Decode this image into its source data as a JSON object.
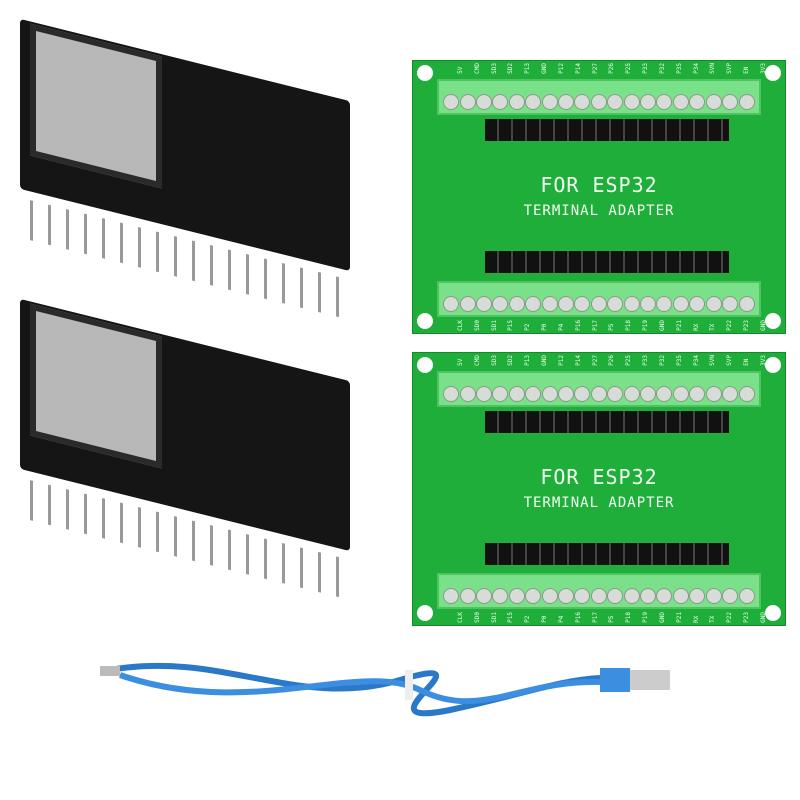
{
  "adapter": {
    "title": "FOR ESP32",
    "subtitle": "TERMINAL ADAPTER",
    "top_pins": [
      "5V",
      "CMD",
      "SD3",
      "SD2",
      "P13",
      "GND",
      "P12",
      "P14",
      "P27",
      "P26",
      "P25",
      "P33",
      "P32",
      "P35",
      "P34",
      "SVN",
      "SVP",
      "EN",
      "3V3"
    ],
    "bottom_pins": [
      "CLK",
      "SD0",
      "SD1",
      "P15",
      "P2",
      "P0",
      "P4",
      "P16",
      "P17",
      "P5",
      "P18",
      "P19",
      "GND",
      "P21",
      "RX",
      "TX",
      "P22",
      "P23",
      "GND"
    ]
  },
  "colors": {
    "board": "#1fae3a",
    "terminal": "#7be08a",
    "esp_pcb": "#151515",
    "cable": "#2a78c8"
  }
}
